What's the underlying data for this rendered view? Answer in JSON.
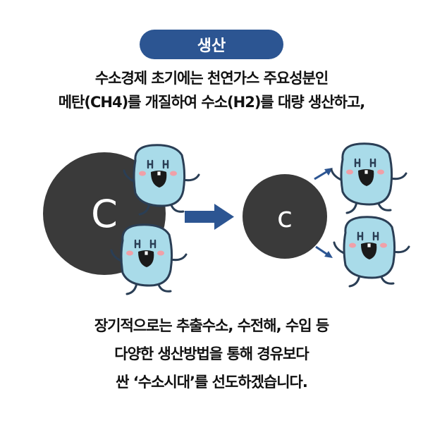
{
  "badge": {
    "label": "생산"
  },
  "intro": {
    "line1": "수소경제 초기에는 천연가스 주요성분인",
    "line2": "메탄(CH4)를 개질하여 수소(H2)를 대량 생산하고,"
  },
  "diagram": {
    "large_atom_label": "C",
    "small_atom_label": "c",
    "hydrogen_face_label": "H H",
    "colors": {
      "atom": "#3a3a3a",
      "hydrogen": "#a9dbe9",
      "outline": "#2a3e55",
      "arrow": "#2c5592",
      "cheek": "#f0a0a8"
    }
  },
  "conclusion": {
    "line1": "장기적으로는 추출수소, 수전해, 수입 등",
    "line2": "다양한 생산방법을 통해 경유보다",
    "line3": "싼 ‘수소시대’를 선도하겠습니다."
  }
}
